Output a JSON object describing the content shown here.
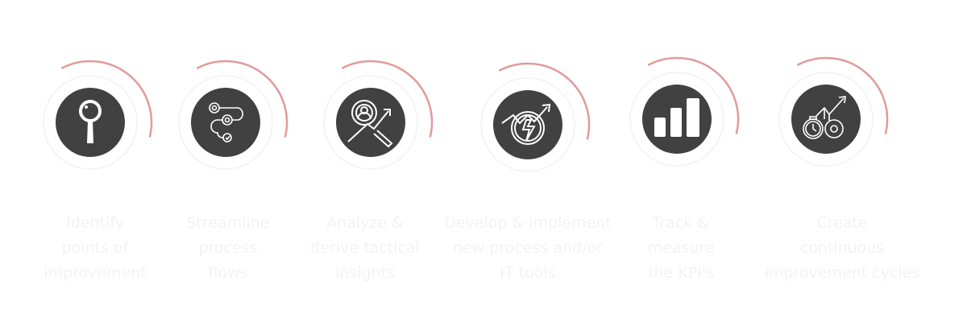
{
  "colors": {
    "circle": "#414141",
    "arc": "#e29a9a",
    "ring": "#f2f2f2",
    "icon": "#ffffff",
    "text": "#f4f2f2"
  },
  "steps": [
    {
      "icon": "magnifier-icon",
      "lines": [
        "Identify",
        "points of",
        "improvement"
      ]
    },
    {
      "icon": "process-flow-gears-icon",
      "lines": [
        "Streamline",
        "process",
        "flows"
      ]
    },
    {
      "icon": "target-person-growth-icon",
      "lines": [
        "Analyze &",
        "derive tactical",
        "insights"
      ]
    },
    {
      "icon": "lightning-growth-icon",
      "lines": [
        "Develop & implement",
        "new process and/or",
        "IT tools"
      ]
    },
    {
      "icon": "bar-chart-icon",
      "lines": [
        "Track &",
        "measure",
        "the KPI's"
      ]
    },
    {
      "icon": "stopwatch-gear-growth-icon",
      "lines": [
        "Create",
        "continuous",
        "improvement cycles"
      ]
    }
  ]
}
